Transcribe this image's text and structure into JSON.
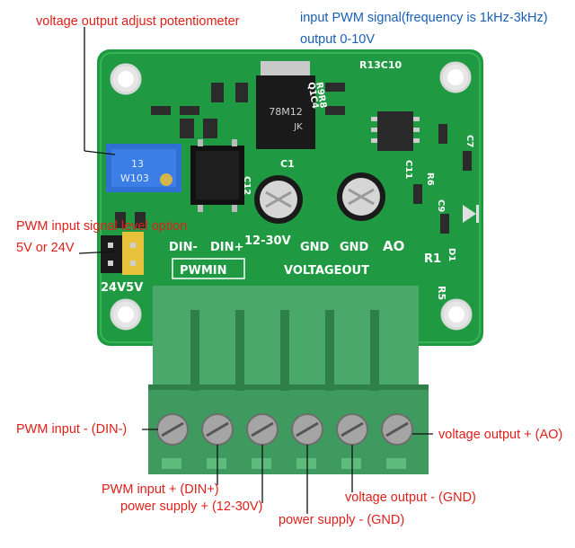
{
  "annotations": {
    "pot": "voltage output adjust potentiometer",
    "pwm_signal": "input PWM signal(frequency is 1kHz-3kHz)",
    "output_range": "output 0-10V",
    "level_option_1": "PWM input signal level option",
    "level_option_2": "5V or 24V",
    "din_minus": "PWM input - (DIN-)",
    "din_plus": "PWM input + (DIN+)",
    "supply_plus": "power supply + (12-30V)",
    "supply_minus": "power supply - (GND)",
    "vout_minus": "voltage output - (GND)",
    "vout_plus": "voltage output + (AO)"
  },
  "board": {
    "pins": [
      "DIN-",
      "DIN+",
      "12-30V",
      "GND",
      "GND",
      "AO"
    ],
    "header_left": "PWMIN",
    "header_right": "VOLTAGEOUT",
    "jumper_label": "24V5V",
    "regulator": "78M12",
    "regulator_sub": "JK",
    "pot_code": "W103",
    "pot_num": "13",
    "silk": [
      "R13C10",
      "R9R8",
      "Q1C4",
      "R6",
      "R1",
      "R5",
      "C11",
      "C1",
      "C7",
      "D1",
      "C9",
      "C12"
    ]
  },
  "colors": {
    "pcb": "#1f9a42",
    "terminal": "#4aa86a",
    "label_red": "#e0201b",
    "label_blue": "#1a5fb4"
  }
}
